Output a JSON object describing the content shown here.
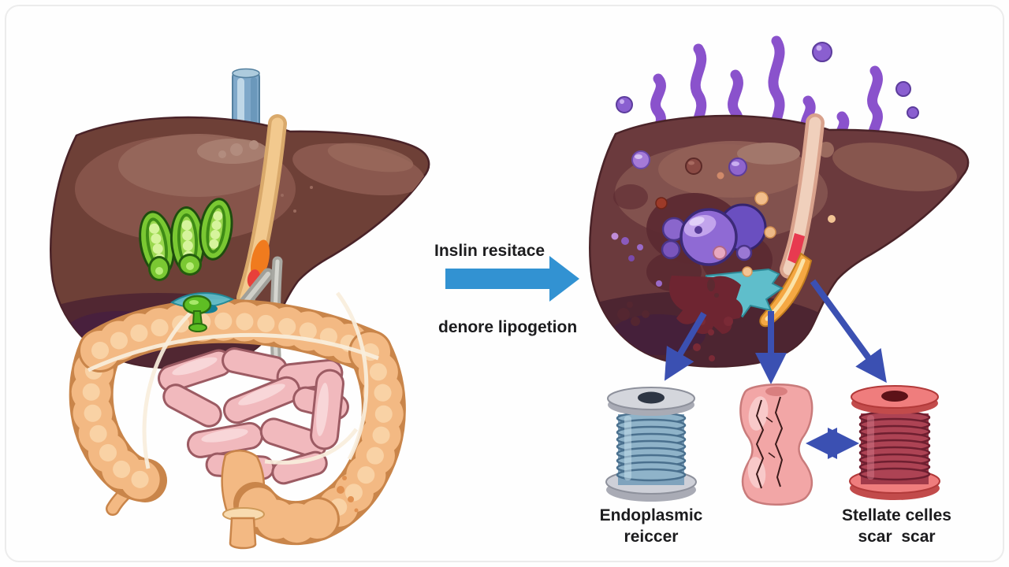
{
  "transition": {
    "line1": "Inslin resitace",
    "line2": "denore lipogetion"
  },
  "callouts": {
    "endoplasmic": {
      "line1": "Endoplasmic",
      "line2": "reiccer"
    },
    "stellate": {
      "line1": "Stellate celles",
      "line2": "scar  scar"
    }
  },
  "colors": {
    "background": "#fefefe",
    "text": "#1c1c1e",
    "transition_arrow": "#3292d2",
    "callout_arrow": "#3b50b2",
    "liver_base": "#6e4037",
    "liver_base_diseased": "#6b3a3d",
    "liver_outline": "#4a2328",
    "ligament_band": "#f2c98e",
    "vein_tube": "#7fa8c9",
    "mitochondria_green": "#7ac832",
    "colon": "#f3b983",
    "colon_outline": "#c9854a",
    "small_intestine": "#f1b9bd",
    "purple_waves": "#8a52cc",
    "vesicle_purple": "#8f6ad4",
    "er_spool_thread": "#7fa3bd",
    "er_spool_flange": "#d4d6dc",
    "stellate_spool_thread": "#a13a4a",
    "stellate_spool_flange": "#ef7d7d",
    "hepatocyte_pink": "#f2a6a6",
    "damage_red": "#6e2531",
    "bile_teal": "#5fbecb",
    "bile_orange": "#f5a843"
  }
}
